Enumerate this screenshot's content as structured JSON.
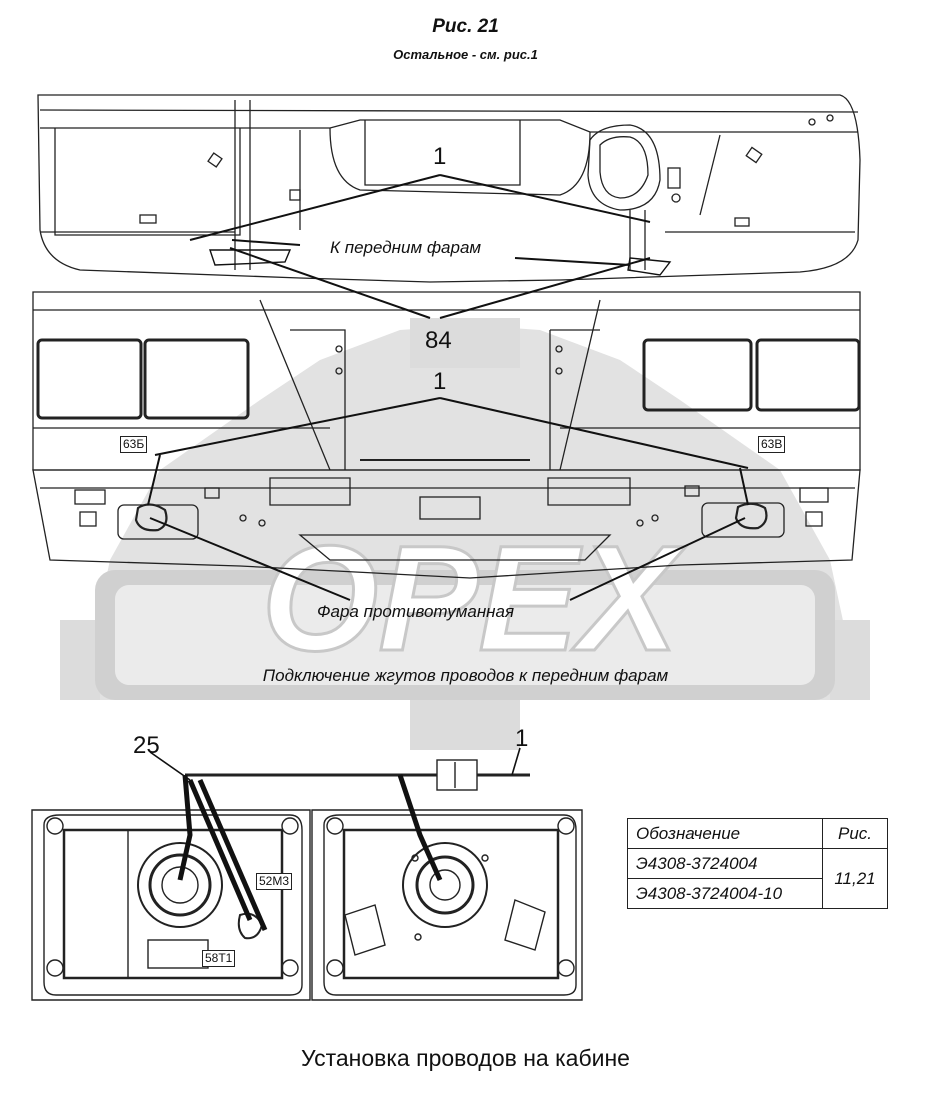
{
  "header": {
    "title": "Рис. 21",
    "subtitle": "Остальное - см. рис.1"
  },
  "watermark": {
    "text": "OPEX"
  },
  "callouts": {
    "headlights_label": "К передним фарам",
    "num_1_top": "1",
    "num_84": "84",
    "num_1_mid": "1",
    "fog_label": "Фара противотуманная",
    "num_25": "25",
    "num_1_bottom": "1"
  },
  "wire_tags": {
    "left_63": "63Б",
    "right_63": "63В",
    "tag_52": "52М3",
    "tag_58": "58Т1"
  },
  "captions": {
    "connection": "Подключение жгутов проводов к передним фарам",
    "installation": "Установка проводов на кабине"
  },
  "spec_table": {
    "header_designation": "Обозначение",
    "header_fig": "Рис.",
    "rows": [
      "Э4308-3724004",
      "Э4308-3724004-10"
    ],
    "fig_value": "11,21"
  }
}
